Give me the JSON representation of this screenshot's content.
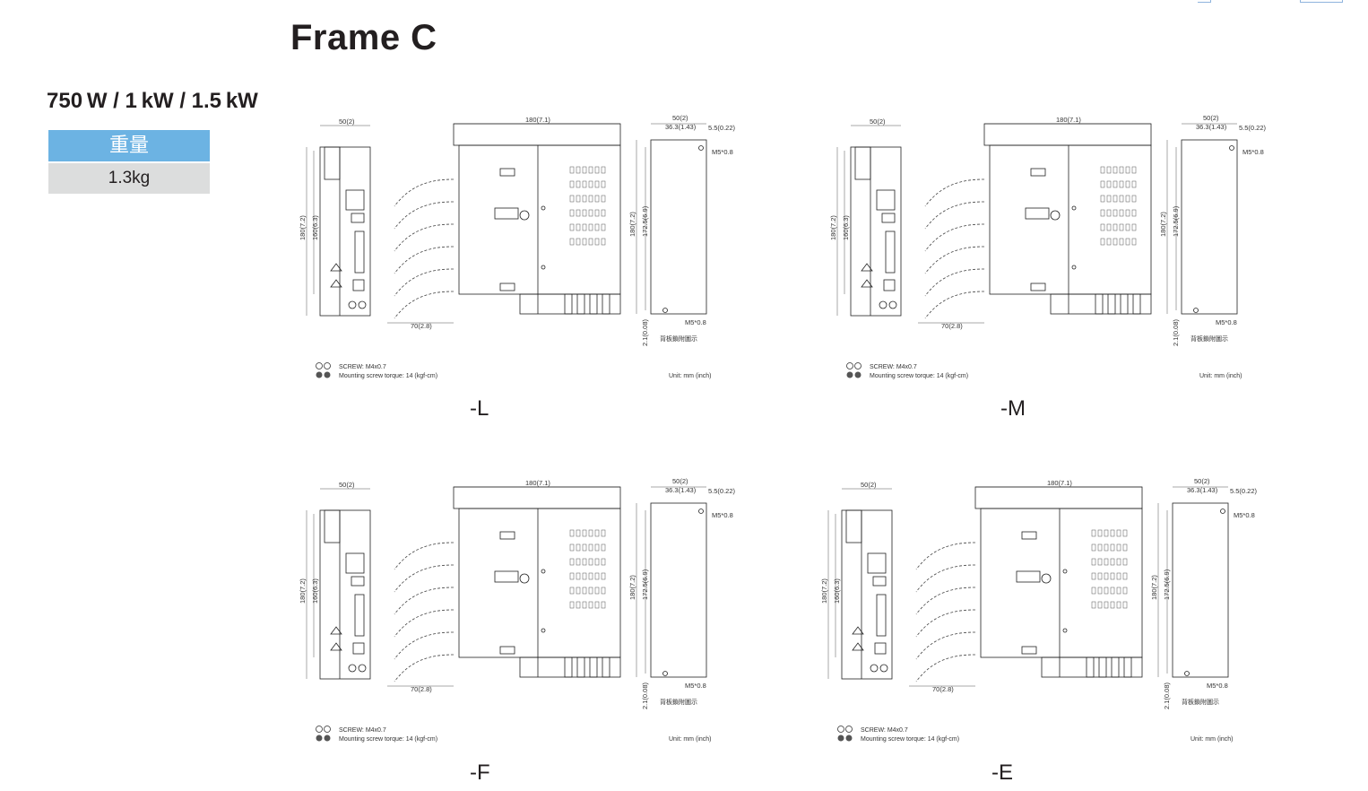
{
  "page": {
    "title": "Frame C",
    "power_heading": "750 W / 1 kW / 1.5 kW"
  },
  "weight_table": {
    "header": "重量",
    "value": "1.3kg"
  },
  "dimensions": {
    "front_width": "50(2)",
    "side_depth": "180(7.1)",
    "height_total": "180(7.2)",
    "height_inner": "160(6.3)",
    "cable_clearance": "70(2.8)",
    "rear_width": "50(2)",
    "rear_hole_pitch": "36.3(1.43)",
    "rear_offset": "5.5(0.22)",
    "rear_height": "180(7.2)",
    "rear_hole_height": "172.5(6.9)",
    "rear_bottom": "2.1(0.08)",
    "screw_top": "M5*0.8",
    "screw_bottom": "M5*0.8",
    "rear_note": "背板鎖附圖示"
  },
  "notes": {
    "screw": "SCREW: M4x0.7",
    "torque": "Mounting screw torque: 14 (kgf-cm)",
    "unit": "Unit: mm (inch)"
  },
  "variants": [
    {
      "label": "-L"
    },
    {
      "label": "-M"
    },
    {
      "label": "-F"
    },
    {
      "label": "-E"
    }
  ]
}
